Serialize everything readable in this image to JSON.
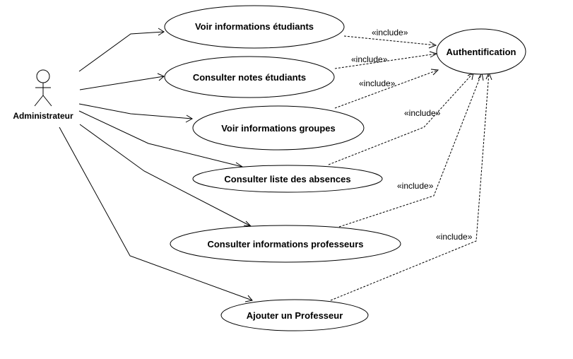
{
  "actor": {
    "name": "Administrateur"
  },
  "use_cases": [
    {
      "id": "uc1",
      "label": "Voir informations étudiants"
    },
    {
      "id": "uc2",
      "label": "Consulter notes étudiants"
    },
    {
      "id": "uc3",
      "label": "Voir informations groupes"
    },
    {
      "id": "uc4",
      "label": "Consulter liste des absences"
    },
    {
      "id": "uc5",
      "label": "Consulter informations professeurs"
    },
    {
      "id": "uc6",
      "label": "Ajouter un Professeur"
    }
  ],
  "auth": {
    "label": "Authentification"
  },
  "relations": {
    "include_label": "«include»",
    "associations": [
      "uc1",
      "uc2",
      "uc3",
      "uc4",
      "uc5",
      "uc6"
    ],
    "includes": [
      "uc1",
      "uc2",
      "uc3",
      "uc4",
      "uc5",
      "uc6"
    ]
  }
}
